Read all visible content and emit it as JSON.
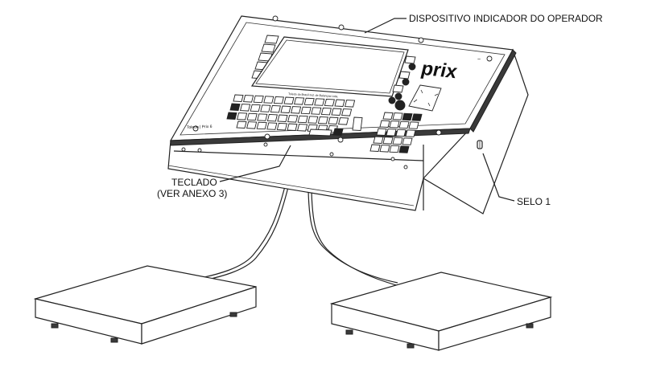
{
  "labels": {
    "operator_indicator": "DISPOSITIVO INDICADOR DO OPERADOR",
    "keyboard_line1": "TECLADO",
    "keyboard_line2": "(VER ANEXO 3)",
    "seal": "SELO 1"
  },
  "device": {
    "brand_logo": "prix",
    "model_plate": "Toledo | Prix 6",
    "screen_caption": "Toledo do Brasil Ind. de Balanças Ltda."
  },
  "icons": [
    "logo-mark",
    "direction-pad-icon",
    "power-button-icon"
  ],
  "colors": {
    "line": "#222222",
    "background": "#ffffff",
    "bezel": "#3a3a3a"
  }
}
